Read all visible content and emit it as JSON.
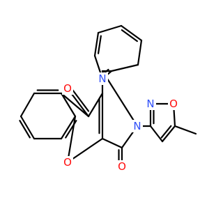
{
  "colors": {
    "bond": "#000000",
    "O": "#ff0d0d",
    "N": "#3050f8",
    "background": "#ffffff"
  },
  "atoms": [
    {
      "id": "O_top",
      "label": "O",
      "element": "O"
    },
    {
      "id": "O_right",
      "label": "O",
      "element": "O"
    },
    {
      "id": "O_ring",
      "label": "O",
      "element": "O"
    },
    {
      "id": "N_pyr",
      "label": "N",
      "element": "N"
    },
    {
      "id": "N_pyrrol",
      "label": "N",
      "element": "N"
    },
    {
      "id": "N_isox",
      "label": "N",
      "element": "N"
    },
    {
      "id": "O_isox",
      "label": "O",
      "element": "O"
    }
  ]
}
